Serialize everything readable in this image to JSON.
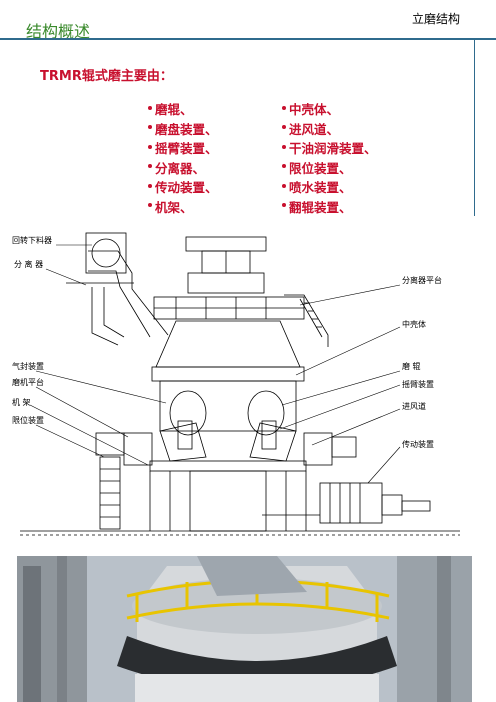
{
  "header": {
    "title": "结构概述",
    "tag": "立磨结构"
  },
  "intro": "TRMR辊式磨主要由：",
  "components": {
    "left": [
      "磨辊、",
      "磨盘装置、",
      "摇臂装置、",
      "分离器、",
      "传动装置、",
      "机架、"
    ],
    "right": [
      "中壳体、",
      "进风道、",
      "干油润滑装置、",
      "限位装置、",
      "喷水装置、",
      "翻辊装置、"
    ]
  },
  "diagram": {
    "labels_left": [
      "回转下料器",
      "分 离 器",
      "气封装置",
      "磨机平台",
      "机 架",
      "限位装置"
    ],
    "labels_right": [
      "分离器平台",
      "中壳体",
      "磨 辊",
      "摇臂装置",
      "进风道",
      "传动装置"
    ]
  },
  "colors": {
    "title_green": "#3a8a2c",
    "accent_red": "#c8102e",
    "rule_blue": "#2f6b8d",
    "rail_yellow": "#e8c400"
  }
}
